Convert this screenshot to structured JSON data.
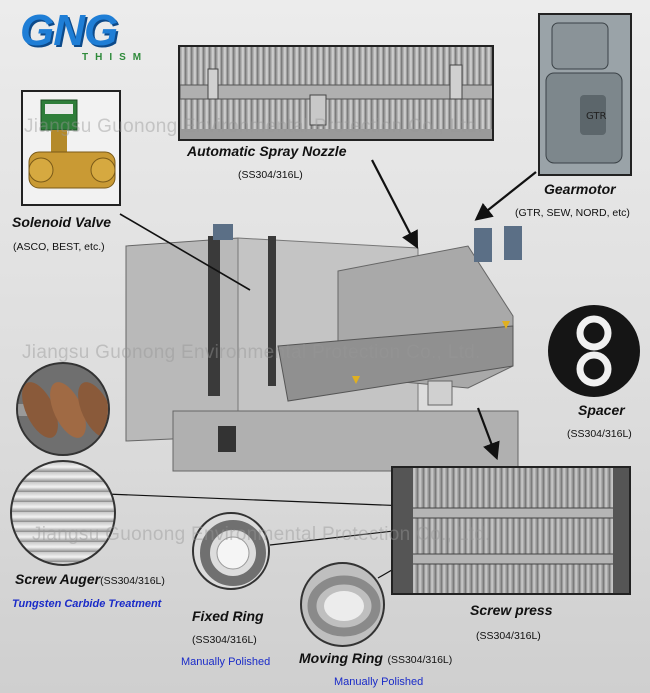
{
  "logo": {
    "main": "GNG",
    "sub": "THISM",
    "color_blue": "#1f7ed6",
    "color_green": "#2e8a3a"
  },
  "watermark": "Jiangsu Guonong Environmental Protection Co., Ltd.",
  "spray_nozzle": {
    "title": "Automatic Spray Nozzle",
    "material": "(SS304/316L)"
  },
  "gearmotor": {
    "title": "Gearmotor",
    "brands": "(GTR, SEW, NORD, etc)"
  },
  "solenoid": {
    "title": "Solenoid Valve",
    "brands": "(ASCO, BEST, etc.)"
  },
  "spacer": {
    "title": "Spacer",
    "material": "(SS304/316L)"
  },
  "screw_auger": {
    "title": "Screw Auger",
    "material": "(SS304/316L)",
    "note": "Tungsten Carbide Treatment"
  },
  "fixed_ring": {
    "title": "Fixed Ring",
    "material": "(SS304/316L)",
    "note": "Manually Polished"
  },
  "moving_ring": {
    "title": "Moving Ring",
    "material": "(SS304/316L)",
    "note": "Manually Polished"
  },
  "screw_press": {
    "title": "Screw press",
    "material": "(SS304/316L)"
  }
}
